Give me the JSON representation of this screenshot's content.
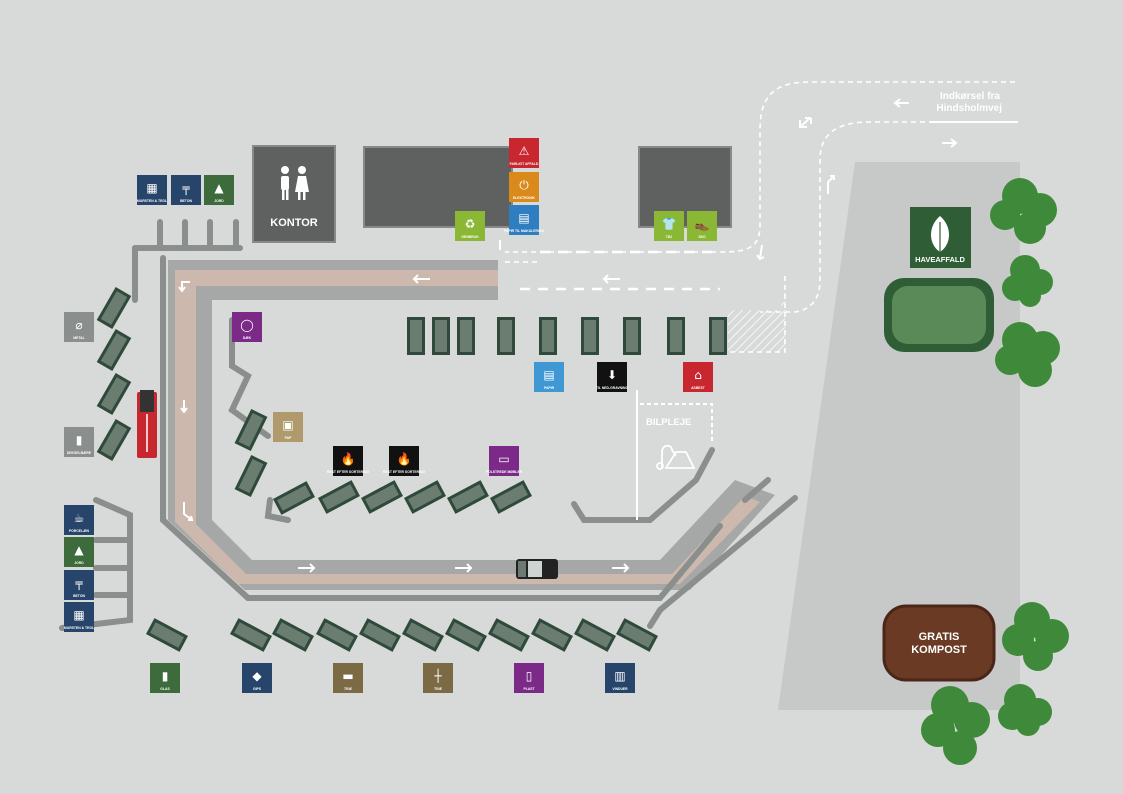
{
  "colors": {
    "background": "#d7dad8",
    "road": "#a6a8a7",
    "lane": "#cdb8ae",
    "building": "#5f6060",
    "container_fill": "#4e5a52",
    "green": "#2f5e36",
    "hedge": "#6e9a6a",
    "tree": "#3f8a3a",
    "compost": "#6b3a25",
    "navy": "#27456b",
    "olive": "#3d6b3b",
    "brown": "#7b6a44",
    "purple": "#7b2b87",
    "red": "#c8272f",
    "orange": "#d98a1b",
    "blue": "#2f7fc0",
    "lime": "#8ab734",
    "tan": "#b09a6c",
    "black": "#111111",
    "grey": "#8a8e8d",
    "sky": "#3f97d4"
  },
  "entrance": {
    "line1": "Indkørsel fra",
    "line2": "Hindsholmvej"
  },
  "kontor": {
    "label": "KONTOR"
  },
  "bilpleje": {
    "label": "BILPLEJE"
  },
  "haveaffald": {
    "label": "HAVEAFFALD"
  },
  "kompost": {
    "line1": "GRATIS",
    "line2": "KOMPOST"
  },
  "signs": [
    {
      "id": "sign-mursten-top",
      "label": "MURSTEN & TEGL",
      "icon": "brick-icon",
      "color": "navy"
    },
    {
      "id": "sign-beton-top",
      "label": "BETON",
      "icon": "concrete-icon",
      "color": "navy"
    },
    {
      "id": "sign-jord-top",
      "label": "JORD",
      "icon": "soil-icon",
      "color": "olive"
    },
    {
      "id": "sign-farligt",
      "label": "FARLIGT AFFALD",
      "icon": "warning-icon",
      "color": "red"
    },
    {
      "id": "sign-elektronik",
      "label": "ELEKTRONIK",
      "icon": "plug-icon",
      "color": "orange"
    },
    {
      "id": "sign-pap",
      "label": "PAPIR TIL MAKULERING",
      "icon": "paper-icon",
      "color": "blue"
    },
    {
      "id": "sign-genbrug",
      "label": "GENBRUG",
      "icon": "recycle-icon",
      "color": "lime"
    },
    {
      "id": "sign-tøj",
      "label": "TØJ",
      "icon": "shirt-icon",
      "color": "lime"
    },
    {
      "id": "sign-sko",
      "label": "SKO",
      "icon": "shoe-icon",
      "color": "lime"
    },
    {
      "id": "sign-metal",
      "label": "METAL",
      "icon": "pan-icon",
      "color": "grey"
    },
    {
      "id": "sign-dæk",
      "label": "DÆK",
      "icon": "tire-icon",
      "color": "purple"
    },
    {
      "id": "sign-papir",
      "label": "PAPIR",
      "icon": "paper-icon",
      "color": "sky"
    },
    {
      "id": "sign-til-nedgravning",
      "label": "TIL NED-GRAVNING",
      "icon": "dig-icon",
      "color": "black"
    },
    {
      "id": "sign-asbest",
      "label": "ASBEST",
      "icon": "roof-icon",
      "color": "red"
    },
    {
      "id": "sign-dekselbære",
      "label": "DEKSELBÆRE",
      "icon": "bottle-icon",
      "color": "grey"
    },
    {
      "id": "sign-pap2",
      "label": "PAP",
      "icon": "box-icon",
      "color": "tan"
    },
    {
      "id": "sign-brand1",
      "label": "REST EFTER SORTERING",
      "icon": "flame-icon",
      "color": "black"
    },
    {
      "id": "sign-brand2",
      "label": "REST EFTER SORTERING",
      "icon": "flame-icon",
      "color": "black"
    },
    {
      "id": "sign-polstrede",
      "label": "POLSTREDE MØBLER",
      "icon": "sofa-icon",
      "color": "purple"
    },
    {
      "id": "sign-porcelæn",
      "label": "PORCELÆN",
      "icon": "cup-icon",
      "color": "navy"
    },
    {
      "id": "sign-jord-left",
      "label": "JORD",
      "icon": "soil-icon",
      "color": "olive"
    },
    {
      "id": "sign-beton-left",
      "label": "BETON",
      "icon": "concrete-icon",
      "color": "navy"
    },
    {
      "id": "sign-mursten-left",
      "label": "MURSTEN & TEGL",
      "icon": "brick-icon",
      "color": "navy"
    },
    {
      "id": "sign-glas",
      "label": "GLAS",
      "icon": "bottle-icon",
      "color": "olive"
    },
    {
      "id": "sign-gips",
      "label": "GIPS",
      "icon": "plate-icon",
      "color": "navy"
    },
    {
      "id": "sign-træ1",
      "label": "TRÆ",
      "icon": "wood-icon",
      "color": "brown"
    },
    {
      "id": "sign-træ2",
      "label": "TRÆ",
      "icon": "fence-icon",
      "color": "brown"
    },
    {
      "id": "sign-plast",
      "label": "PLAST",
      "icon": "jug-icon",
      "color": "purple"
    },
    {
      "id": "sign-vinduer",
      "label": "VINDUER",
      "icon": "window-icon",
      "color": "navy"
    }
  ]
}
